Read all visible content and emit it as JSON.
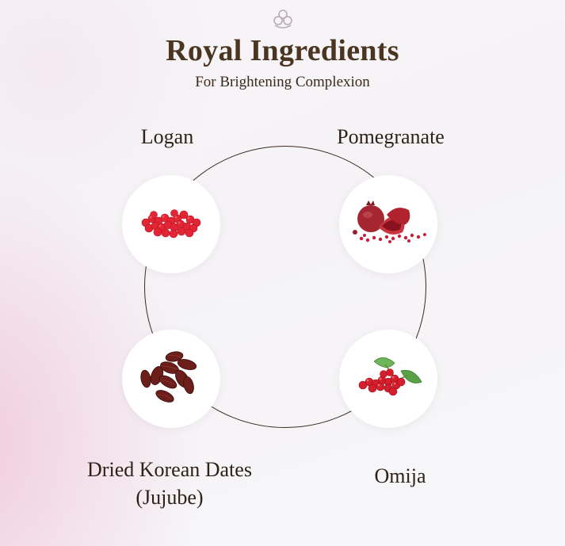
{
  "brand": {
    "logo_icon": "cloud-knot-icon"
  },
  "header": {
    "title": "Royal Ingredients",
    "subtitle": "For Brightening Complexion"
  },
  "ingredients": [
    {
      "name": "Logan",
      "icon": "red-berries-icon"
    },
    {
      "name": "Pomegranate",
      "icon": "pomegranate-icon"
    },
    {
      "name_line1": "Dried Korean Dates",
      "name_line2": "(Jujube)",
      "icon": "dried-dates-icon"
    },
    {
      "name": "Omija",
      "icon": "omija-berries-icon"
    }
  ],
  "colors": {
    "title": "#4a3520",
    "ring": "#3b2b22",
    "berry_red": "#e32636",
    "pomegranate": "#9b1f2c",
    "date_brown": "#6b1e1a",
    "leaf_green": "#5aa046"
  }
}
